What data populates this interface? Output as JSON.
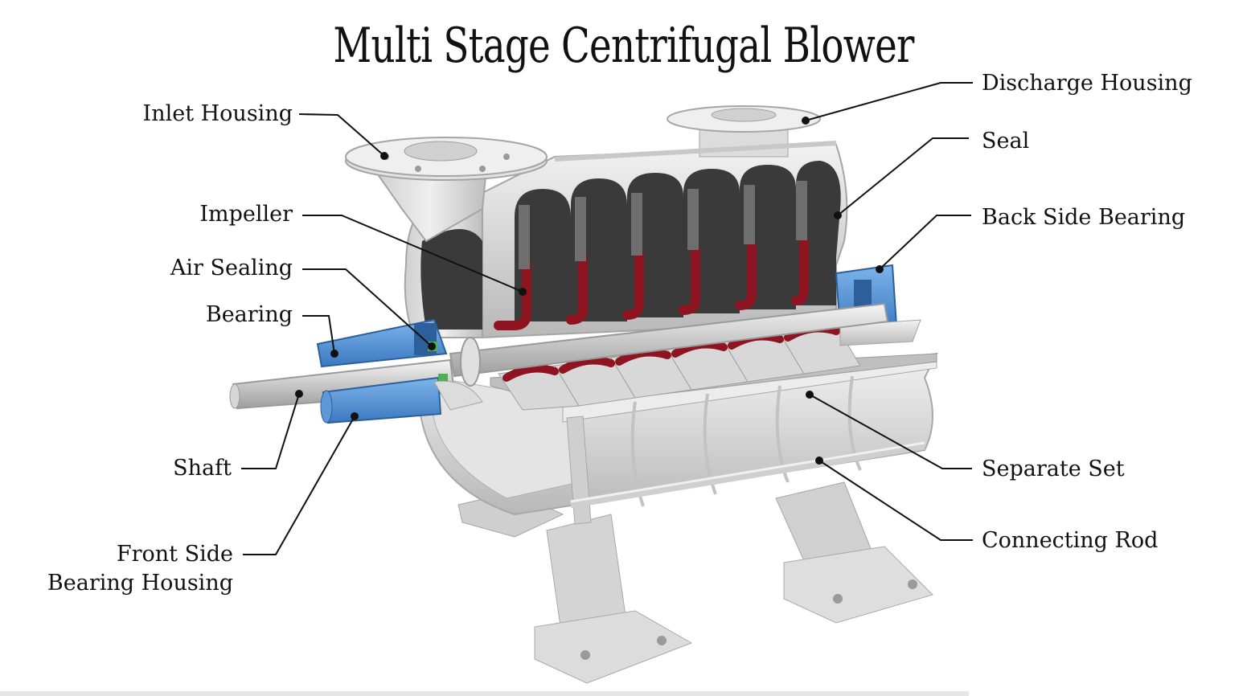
{
  "title": "Multi Stage Centrifugal Blower",
  "labels": {
    "inlet_housing": "Inlet Housing",
    "impeller": "Impeller",
    "air_sealing": "Air Sealing",
    "bearing": "Bearing",
    "shaft": "Shaft",
    "front_side_line1": "Front Side",
    "front_side_line2": "Bearing Housing",
    "discharge_housing": "Discharge Housing",
    "seal": "Seal",
    "back_side_bearing": "Back Side Bearing",
    "separate_set": "Separate Set",
    "connecting_rod": "Connecting Rod"
  },
  "colors": {
    "casing": "#d9d9d9",
    "casing_dark": "#a9a9a9",
    "impeller_red": "#8e1421",
    "impeller_dark": "#3a3a3a",
    "bearing_blue": "#4a90d9",
    "seal_green": "#4caf50",
    "leader": "#111111"
  }
}
